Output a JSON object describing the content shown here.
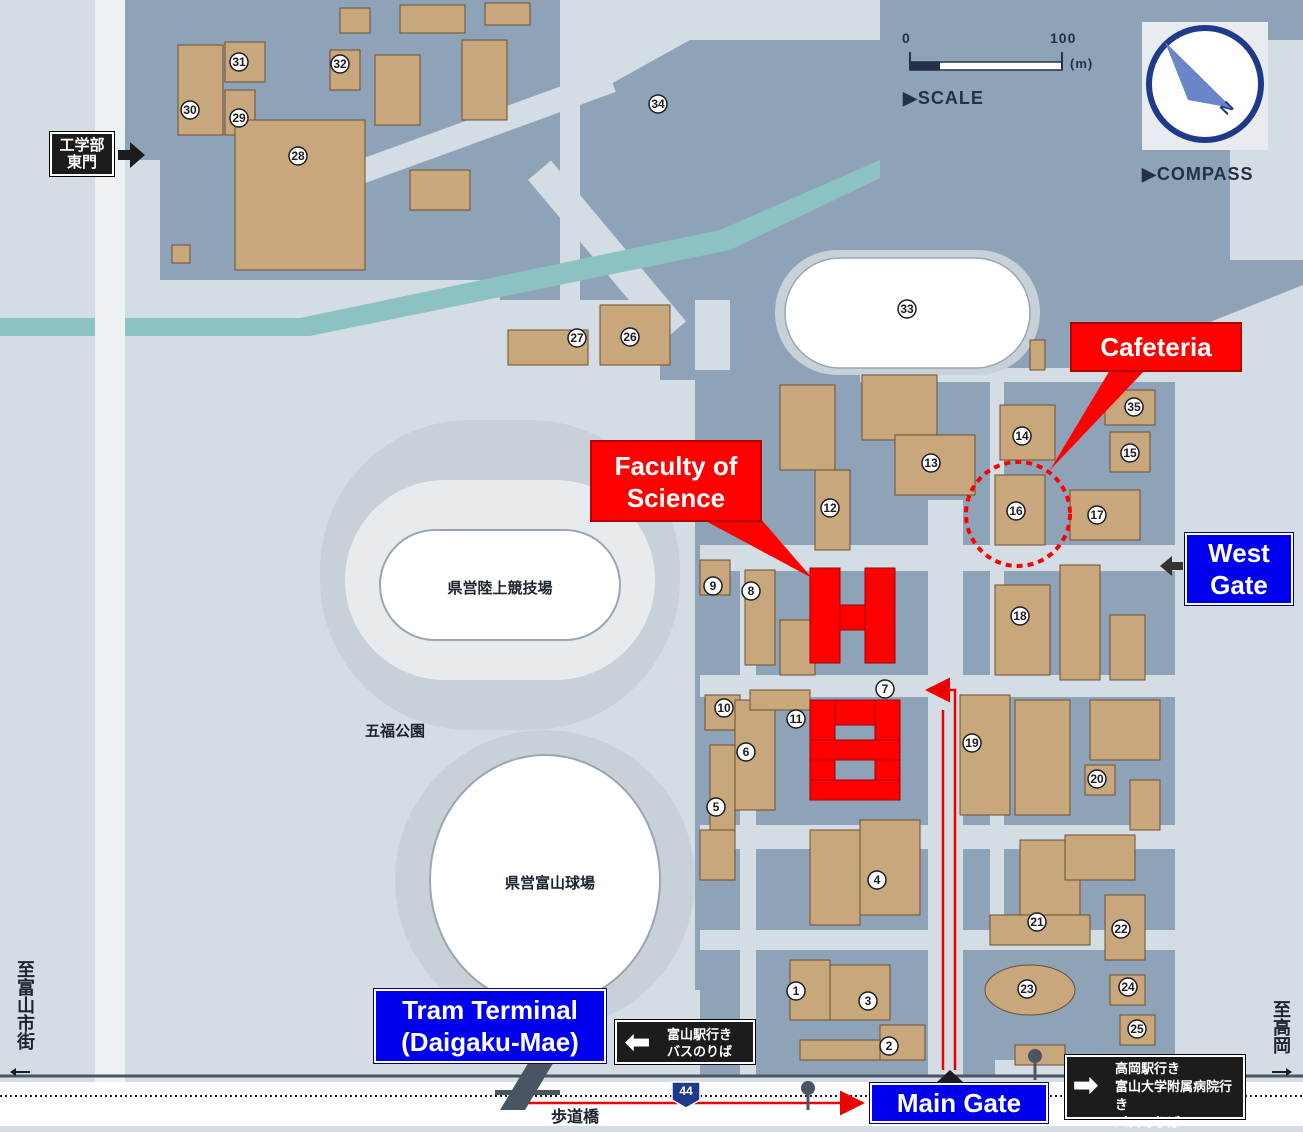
{
  "labels": {
    "cafeteria": "Cafeteria",
    "faculty_line1": "Faculty of",
    "faculty_line2": "Science",
    "west_gate_line1": "West",
    "west_gate_line2": "Gate",
    "main_gate": "Main Gate",
    "tram_line1": "Tram Terminal",
    "tram_line2": "(Daigaku-Mae)"
  },
  "legend": {
    "scale_label": "▶SCALE",
    "scale_start": "0",
    "scale_end": "100",
    "scale_unit": "(m)",
    "compass_label": "▶COMPASS",
    "compass_letter": "N"
  },
  "japanese": {
    "eng_east_gate_line1": "工学部",
    "eng_east_gate_line2": "東門",
    "stadium": "県営陸上競技場",
    "park": "五福公園",
    "baseball": "県営富山球場",
    "bus_toyama_line1": "富山駅行き",
    "bus_toyama_line2": "バスのりば",
    "bus_takaoka_line1": "高岡駅行き",
    "bus_takaoka_line2": "富山大学附属病院行き",
    "bus_takaoka_line3": "バスのりば",
    "footbridge": "歩道橋",
    "to_toyama_city": "至富山市街",
    "to_takaoka": "至高岡",
    "route_number": "44"
  },
  "buildings": [
    "1",
    "2",
    "3",
    "4",
    "5",
    "6",
    "7",
    "8",
    "9",
    "10",
    "11",
    "12",
    "13",
    "14",
    "15",
    "16",
    "17",
    "18",
    "19",
    "20",
    "21",
    "22",
    "23",
    "24",
    "25",
    "26",
    "27",
    "28",
    "29",
    "30",
    "31",
    "32",
    "33",
    "34",
    "35"
  ],
  "colors": {
    "highlight_red": "#ff0000",
    "gate_blue": "#0000ee",
    "building_tan": "#c9a77c",
    "campus_ground": "#8fa3b8",
    "river": "#8cc2c2"
  }
}
